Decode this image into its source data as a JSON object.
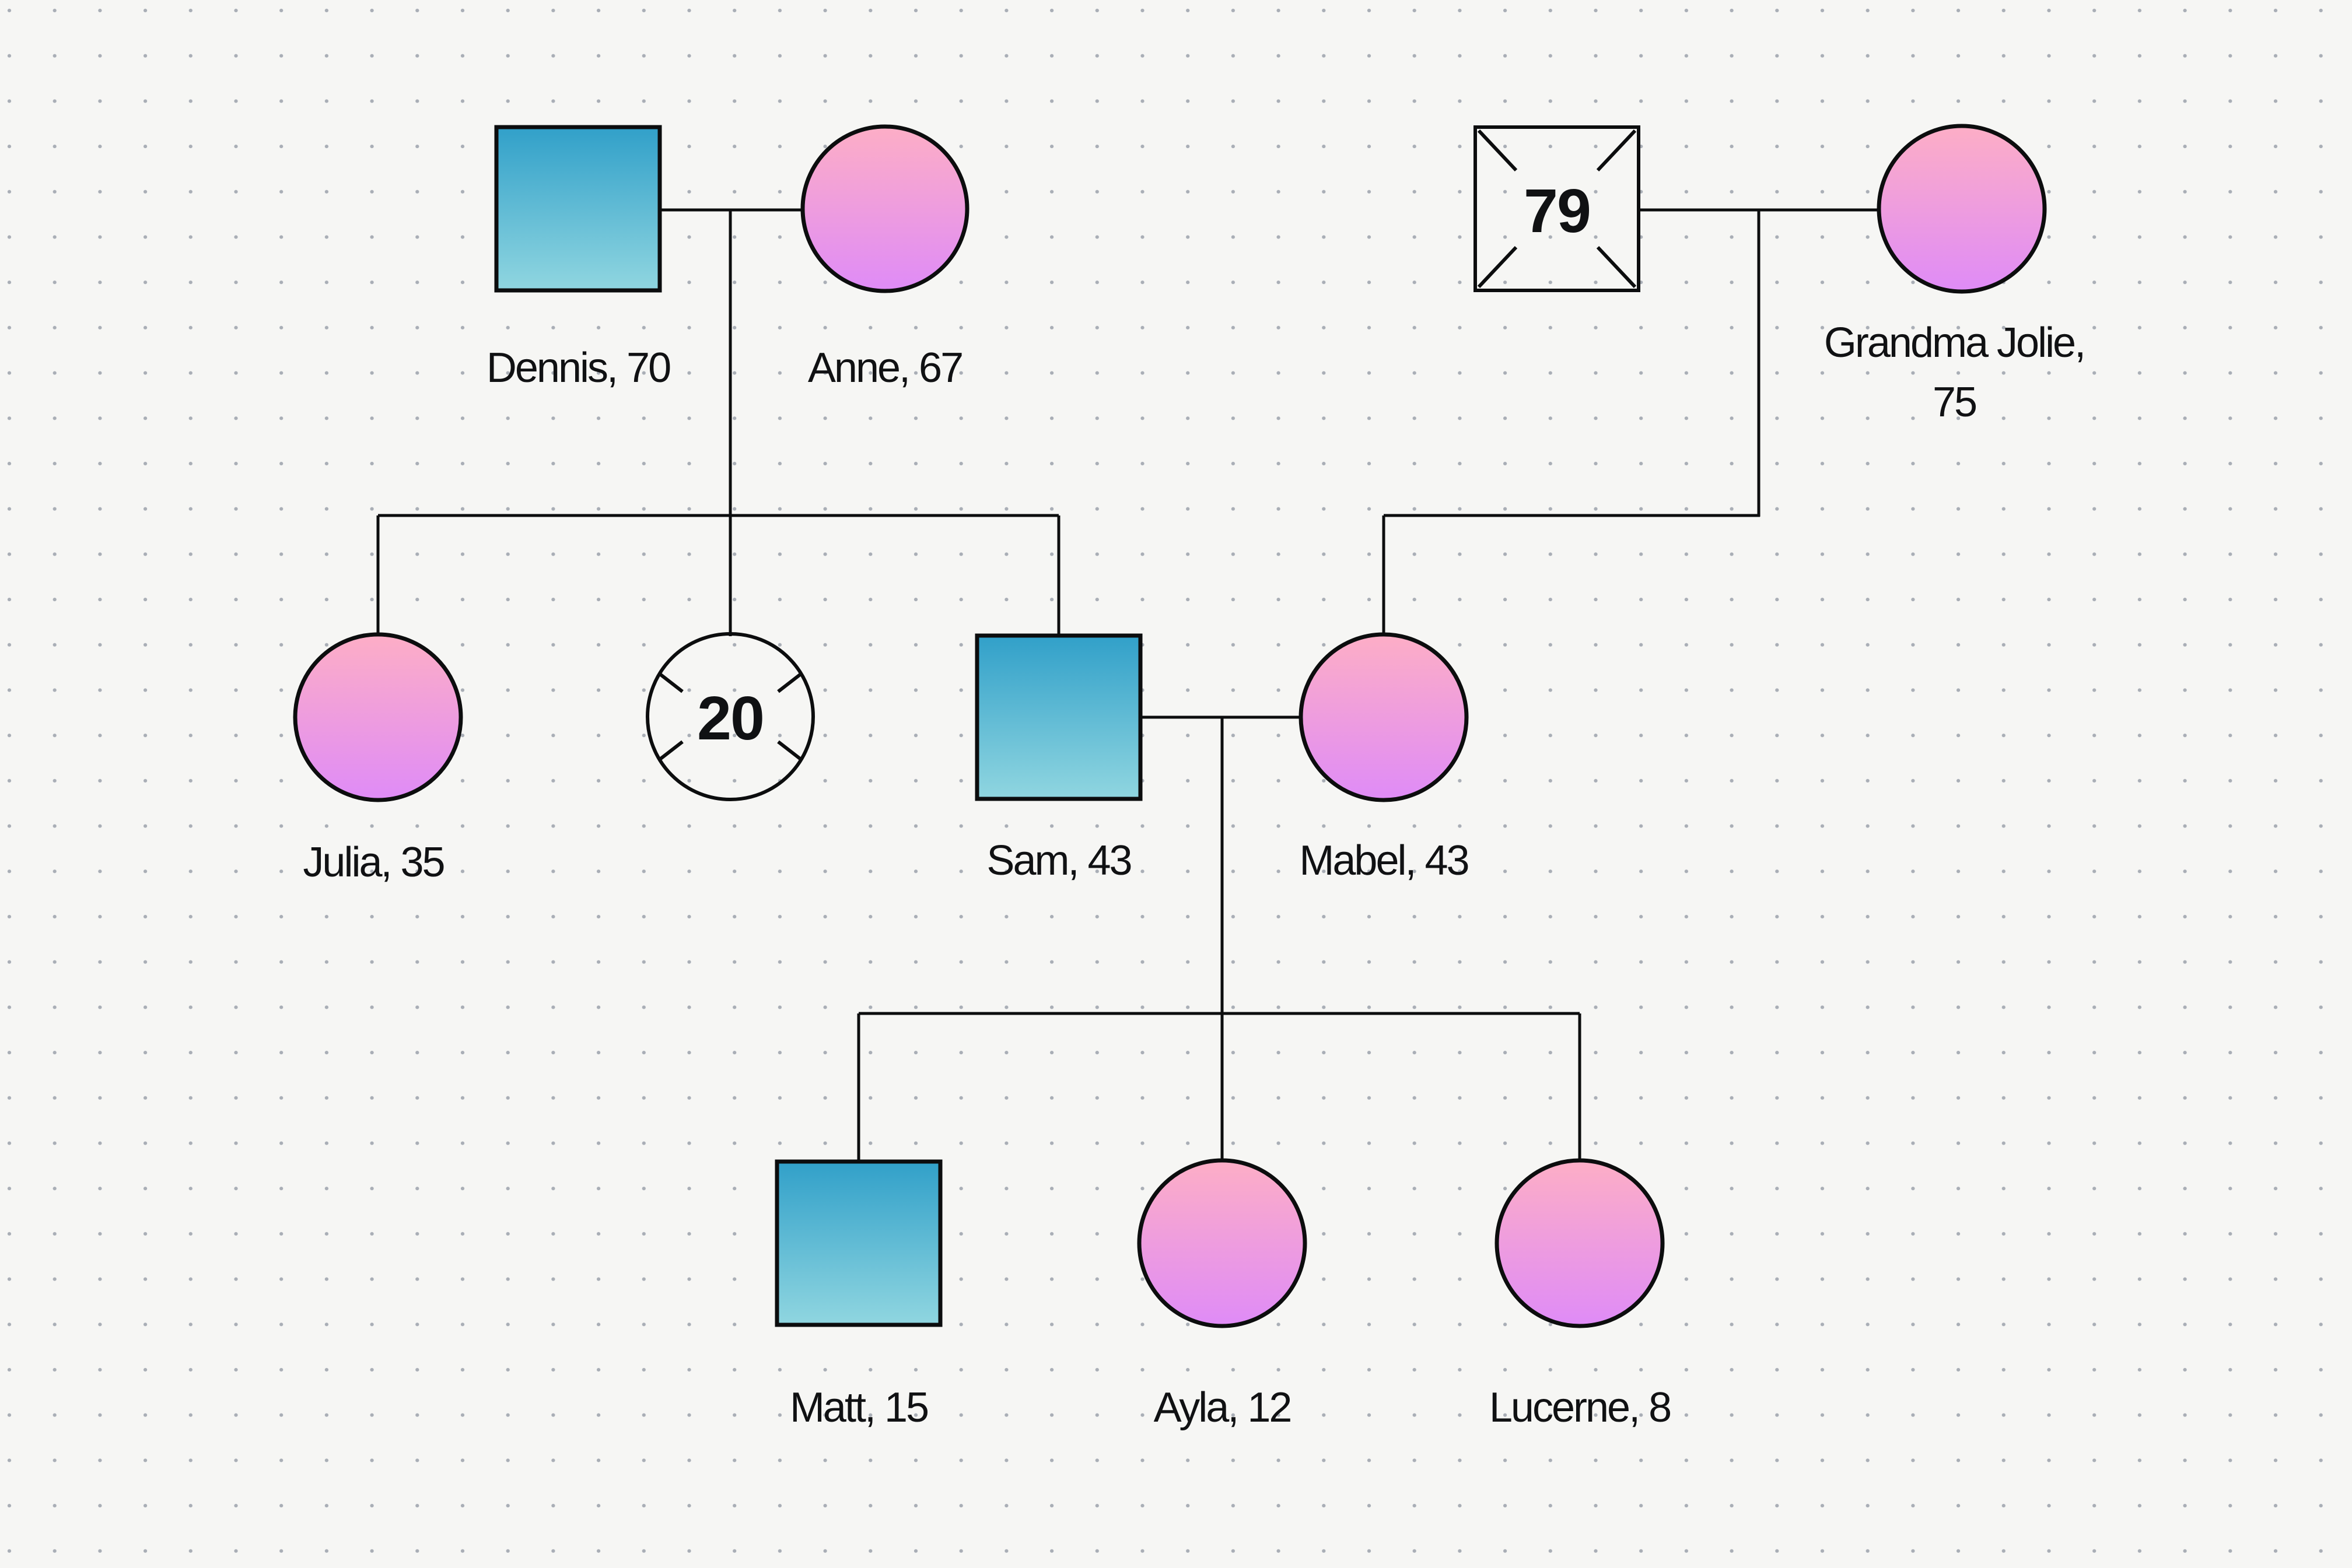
{
  "diagram": {
    "kind": "genogram-family-tree"
  },
  "colors": {
    "background": "#f6f6f4",
    "dot": "#a9aeb6",
    "line": "#0c0d0e",
    "label_text": "#101113",
    "male_top": "#31a0c9",
    "male_bottom": "#90d6e0",
    "female_top": "#fdaec6",
    "female_bottom": "#df8bf7"
  },
  "people": {
    "dennis": {
      "label": "Dennis, 70"
    },
    "anne": {
      "label": "Anne, 67"
    },
    "grandfather_deceased": {
      "age": "79"
    },
    "grandma_jolie": {
      "label_line1": "Grandma Jolie,",
      "label_line2": "75"
    },
    "julia": {
      "label": "Julia, 35"
    },
    "sibling_deceased": {
      "age": "20"
    },
    "sam": {
      "label": "Sam, 43"
    },
    "mabel": {
      "label": "Mabel, 43"
    },
    "matt": {
      "label": "Matt, 15"
    },
    "ayla": {
      "label": "Ayla, 12"
    },
    "lucerne": {
      "label": "Lucerne, 8"
    }
  }
}
